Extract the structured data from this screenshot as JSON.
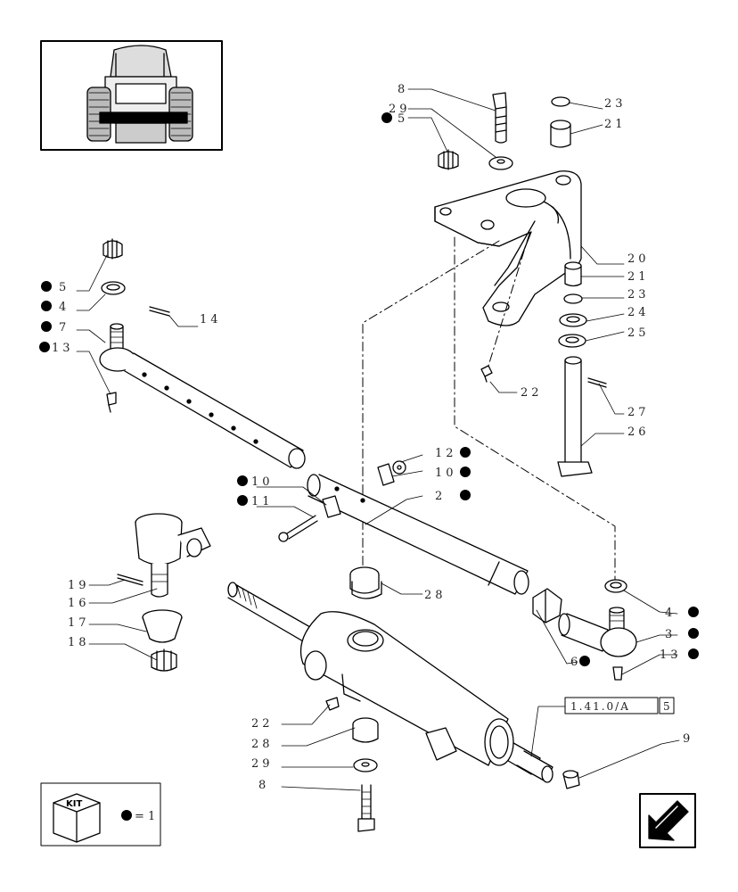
{
  "callouts": [
    {
      "id": "c8a",
      "text": "8",
      "kit": false
    },
    {
      "id": "c29a",
      "text": "29",
      "kit": false
    },
    {
      "id": "c5a",
      "text": "5",
      "kit": true
    },
    {
      "id": "c23a",
      "text": "23",
      "kit": false
    },
    {
      "id": "c21a",
      "text": "21",
      "kit": false
    },
    {
      "id": "c20",
      "text": "20",
      "kit": false
    },
    {
      "id": "c21b",
      "text": "21",
      "kit": false
    },
    {
      "id": "c23b",
      "text": "23",
      "kit": false
    },
    {
      "id": "c24",
      "text": "24",
      "kit": false
    },
    {
      "id": "c25",
      "text": "25",
      "kit": false
    },
    {
      "id": "c22a",
      "text": "22",
      "kit": false
    },
    {
      "id": "c27",
      "text": "27",
      "kit": false
    },
    {
      "id": "c26",
      "text": "26",
      "kit": false
    },
    {
      "id": "c5b",
      "text": "5",
      "kit": true
    },
    {
      "id": "c4a",
      "text": "4",
      "kit": true
    },
    {
      "id": "c7",
      "text": "7",
      "kit": true
    },
    {
      "id": "c13a",
      "text": "13",
      "kit": true
    },
    {
      "id": "c14",
      "text": "14",
      "kit": false
    },
    {
      "id": "c12",
      "text": "12",
      "kit": true
    },
    {
      "id": "c10a",
      "text": "10",
      "kit": true
    },
    {
      "id": "c2",
      "text": "2",
      "kit": true
    },
    {
      "id": "c10b",
      "text": "10",
      "kit": true
    },
    {
      "id": "c11",
      "text": "11",
      "kit": true
    },
    {
      "id": "c19",
      "text": "19",
      "kit": false
    },
    {
      "id": "c16",
      "text": "16",
      "kit": false
    },
    {
      "id": "c17",
      "text": "17",
      "kit": false
    },
    {
      "id": "c18",
      "text": "18",
      "kit": false
    },
    {
      "id": "c28a",
      "text": "28",
      "kit": false
    },
    {
      "id": "c4b",
      "text": "4",
      "kit": true
    },
    {
      "id": "c3",
      "text": "3",
      "kit": true
    },
    {
      "id": "c13b",
      "text": "13",
      "kit": true
    },
    {
      "id": "c6",
      "text": "6",
      "kit": true
    },
    {
      "id": "c22b",
      "text": "22",
      "kit": false
    },
    {
      "id": "c28b",
      "text": "28",
      "kit": false
    },
    {
      "id": "c29b",
      "text": "29",
      "kit": false
    },
    {
      "id": "c8b",
      "text": "8",
      "kit": false
    },
    {
      "id": "c9",
      "text": "9",
      "kit": false
    }
  ],
  "reference": {
    "code": "1.41.0/A",
    "page": "5"
  },
  "legend": {
    "kit_word": "KIT",
    "text": "= 1"
  },
  "icons": {
    "thumbnail": "tractor-front-icon",
    "nav": "back-arrow-icon",
    "kit": "kit-box-icon"
  },
  "colors": {
    "ink": "#000000",
    "background": "#ffffff"
  }
}
